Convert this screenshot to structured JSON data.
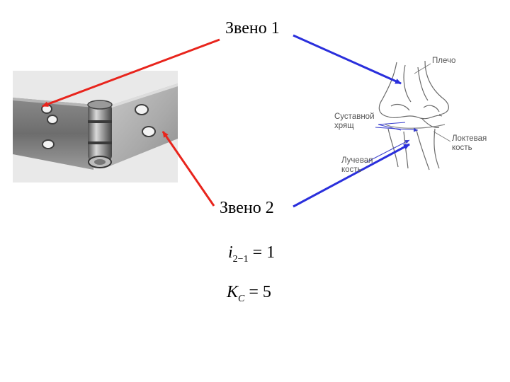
{
  "labels": {
    "link1": "Звено 1",
    "link2": "Звено 2"
  },
  "anatomy": {
    "shoulder": "Плечо",
    "meniscus_line1": "Суставной",
    "meniscus_line2": "хрящ",
    "ulna_line1": "Локтевая",
    "ulna_line2": "кость",
    "radius_line1": "Лучевая",
    "radius_line2": "кость"
  },
  "formulas": {
    "ratio_var": "i",
    "ratio_sub": "2−1",
    "ratio_rhs": "= 1",
    "coef_var": "K",
    "coef_sub": "C",
    "coef_rhs": "= 5"
  },
  "colors": {
    "red_arrow": "#e8241c",
    "blue_arrow": "#2a2fdc",
    "anatomy_label": "#555555"
  }
}
